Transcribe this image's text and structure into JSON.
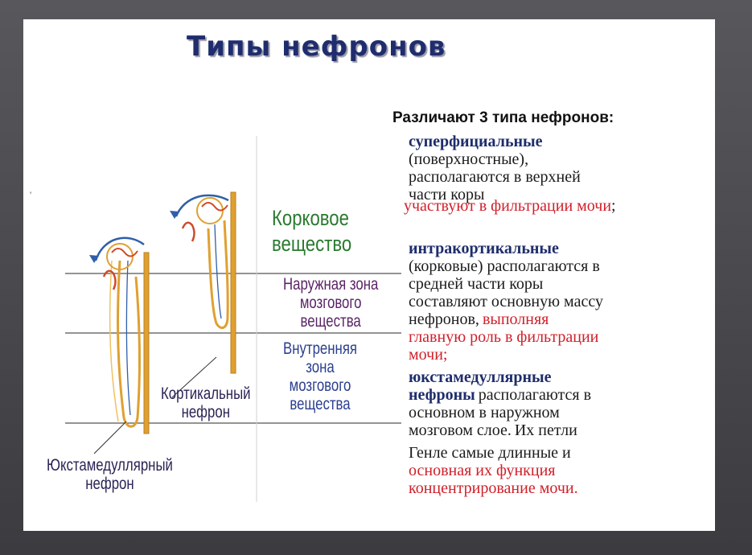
{
  "title": "Типы нефронов",
  "intro": "Различают 3 типа нефронов:",
  "types": {
    "superficial": {
      "name": "суперфициальные",
      "line1": "(поверхностные),",
      "line2": "располагаются в верхней",
      "line3": "части коры",
      "function": "участвуют в фильтрации мочи",
      "tail": ";"
    },
    "intracortical": {
      "name": "интракортикальные",
      "line1": "(корковые) располагаются в",
      "line2": "средней части коры",
      "line3": "составляют основную массу",
      "line4_black": "нефронов,",
      "line4_red": "выполняя",
      "line5": "главную роль в фильтрации",
      "line6": "мочи;"
    },
    "juxtamedullary": {
      "name1": "юкстамедуллярные",
      "name2": "нефроны",
      "line1_tail": "располагаются в",
      "line2": "основном в наружном",
      "line3": "мозговом слое.",
      "line3_tail": "Их петли",
      "line4": "Генле самые длинные и",
      "line5": "основная их функция",
      "line6": "концентрирование мочи."
    }
  },
  "diagram": {
    "cortex_l1": "Корковое",
    "cortex_l2": "вещество",
    "outer_l1": "Наружная зона",
    "outer_l2": "мозгового",
    "outer_l3": "вещества",
    "inner_l1": "Внутренняя",
    "inner_l2": "зона",
    "inner_l3": "мозгового",
    "inner_l4": "вещества",
    "cortical_l1": "Кортикальный",
    "cortical_l2": "нефрон",
    "juxta_l1": "Юкстамедуллярный",
    "juxta_l2": "нефрон"
  },
  "colors": {
    "title": "#1f2d6e",
    "highlight_blue": "#1e2d6b",
    "function_red": "#d0202a",
    "cortex_green": "#2a7a2f",
    "outer_purple": "#5a2466",
    "inner_blue": "#2c3f8f",
    "tubule_orange": "#e0a030",
    "vessel_blue": "#2f5fa8",
    "vessel_red": "#d04a2a"
  }
}
